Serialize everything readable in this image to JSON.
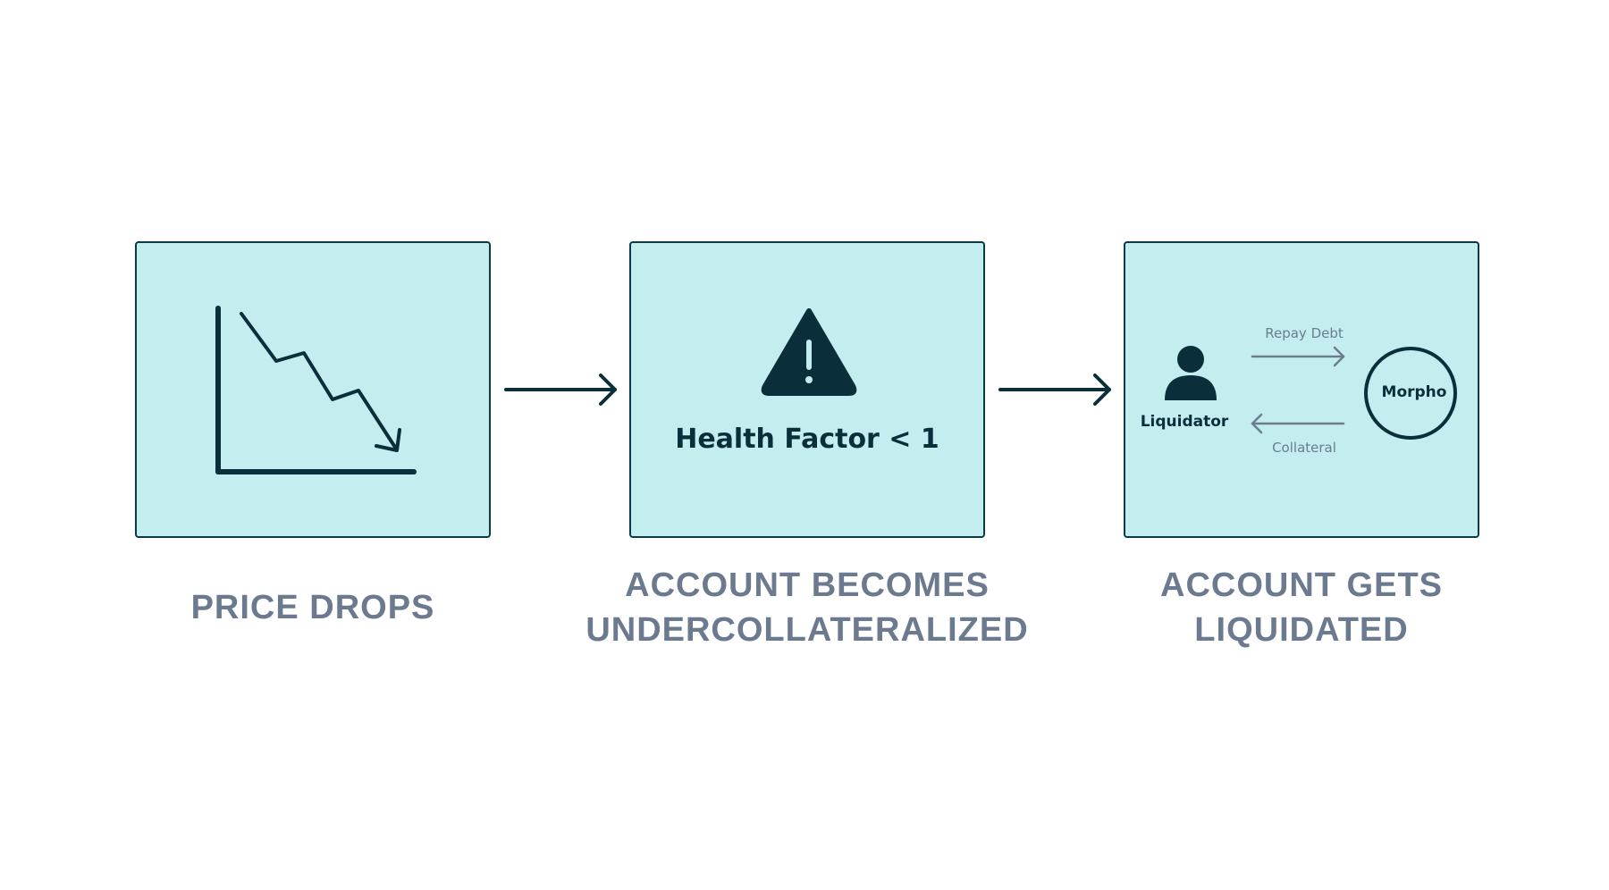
{
  "steps": [
    {
      "caption_lines": [
        "PRICE DROPS"
      ],
      "icon": "declining-line-chart-icon"
    },
    {
      "caption_lines": [
        "ACCOUNT BECOMES",
        "UNDERCOLLATERALIZED"
      ],
      "icon": "warning-triangle-icon",
      "label": "Health Factor < 1"
    },
    {
      "caption_lines": [
        "ACCOUNT GETS",
        "LIQUIDATED"
      ],
      "icon": "person-icon",
      "actor": "Liquidator",
      "protocol": "Morpho",
      "flow_to_protocol": "Repay Debt",
      "flow_from_protocol": "Collateral"
    }
  ],
  "colors": {
    "panel_fill": "#c4edef",
    "panel_border": "#0a3a47",
    "ink": "#0a2e3a",
    "caption": "#6b7a8f",
    "flow_arrow": "#6b7e8e"
  }
}
